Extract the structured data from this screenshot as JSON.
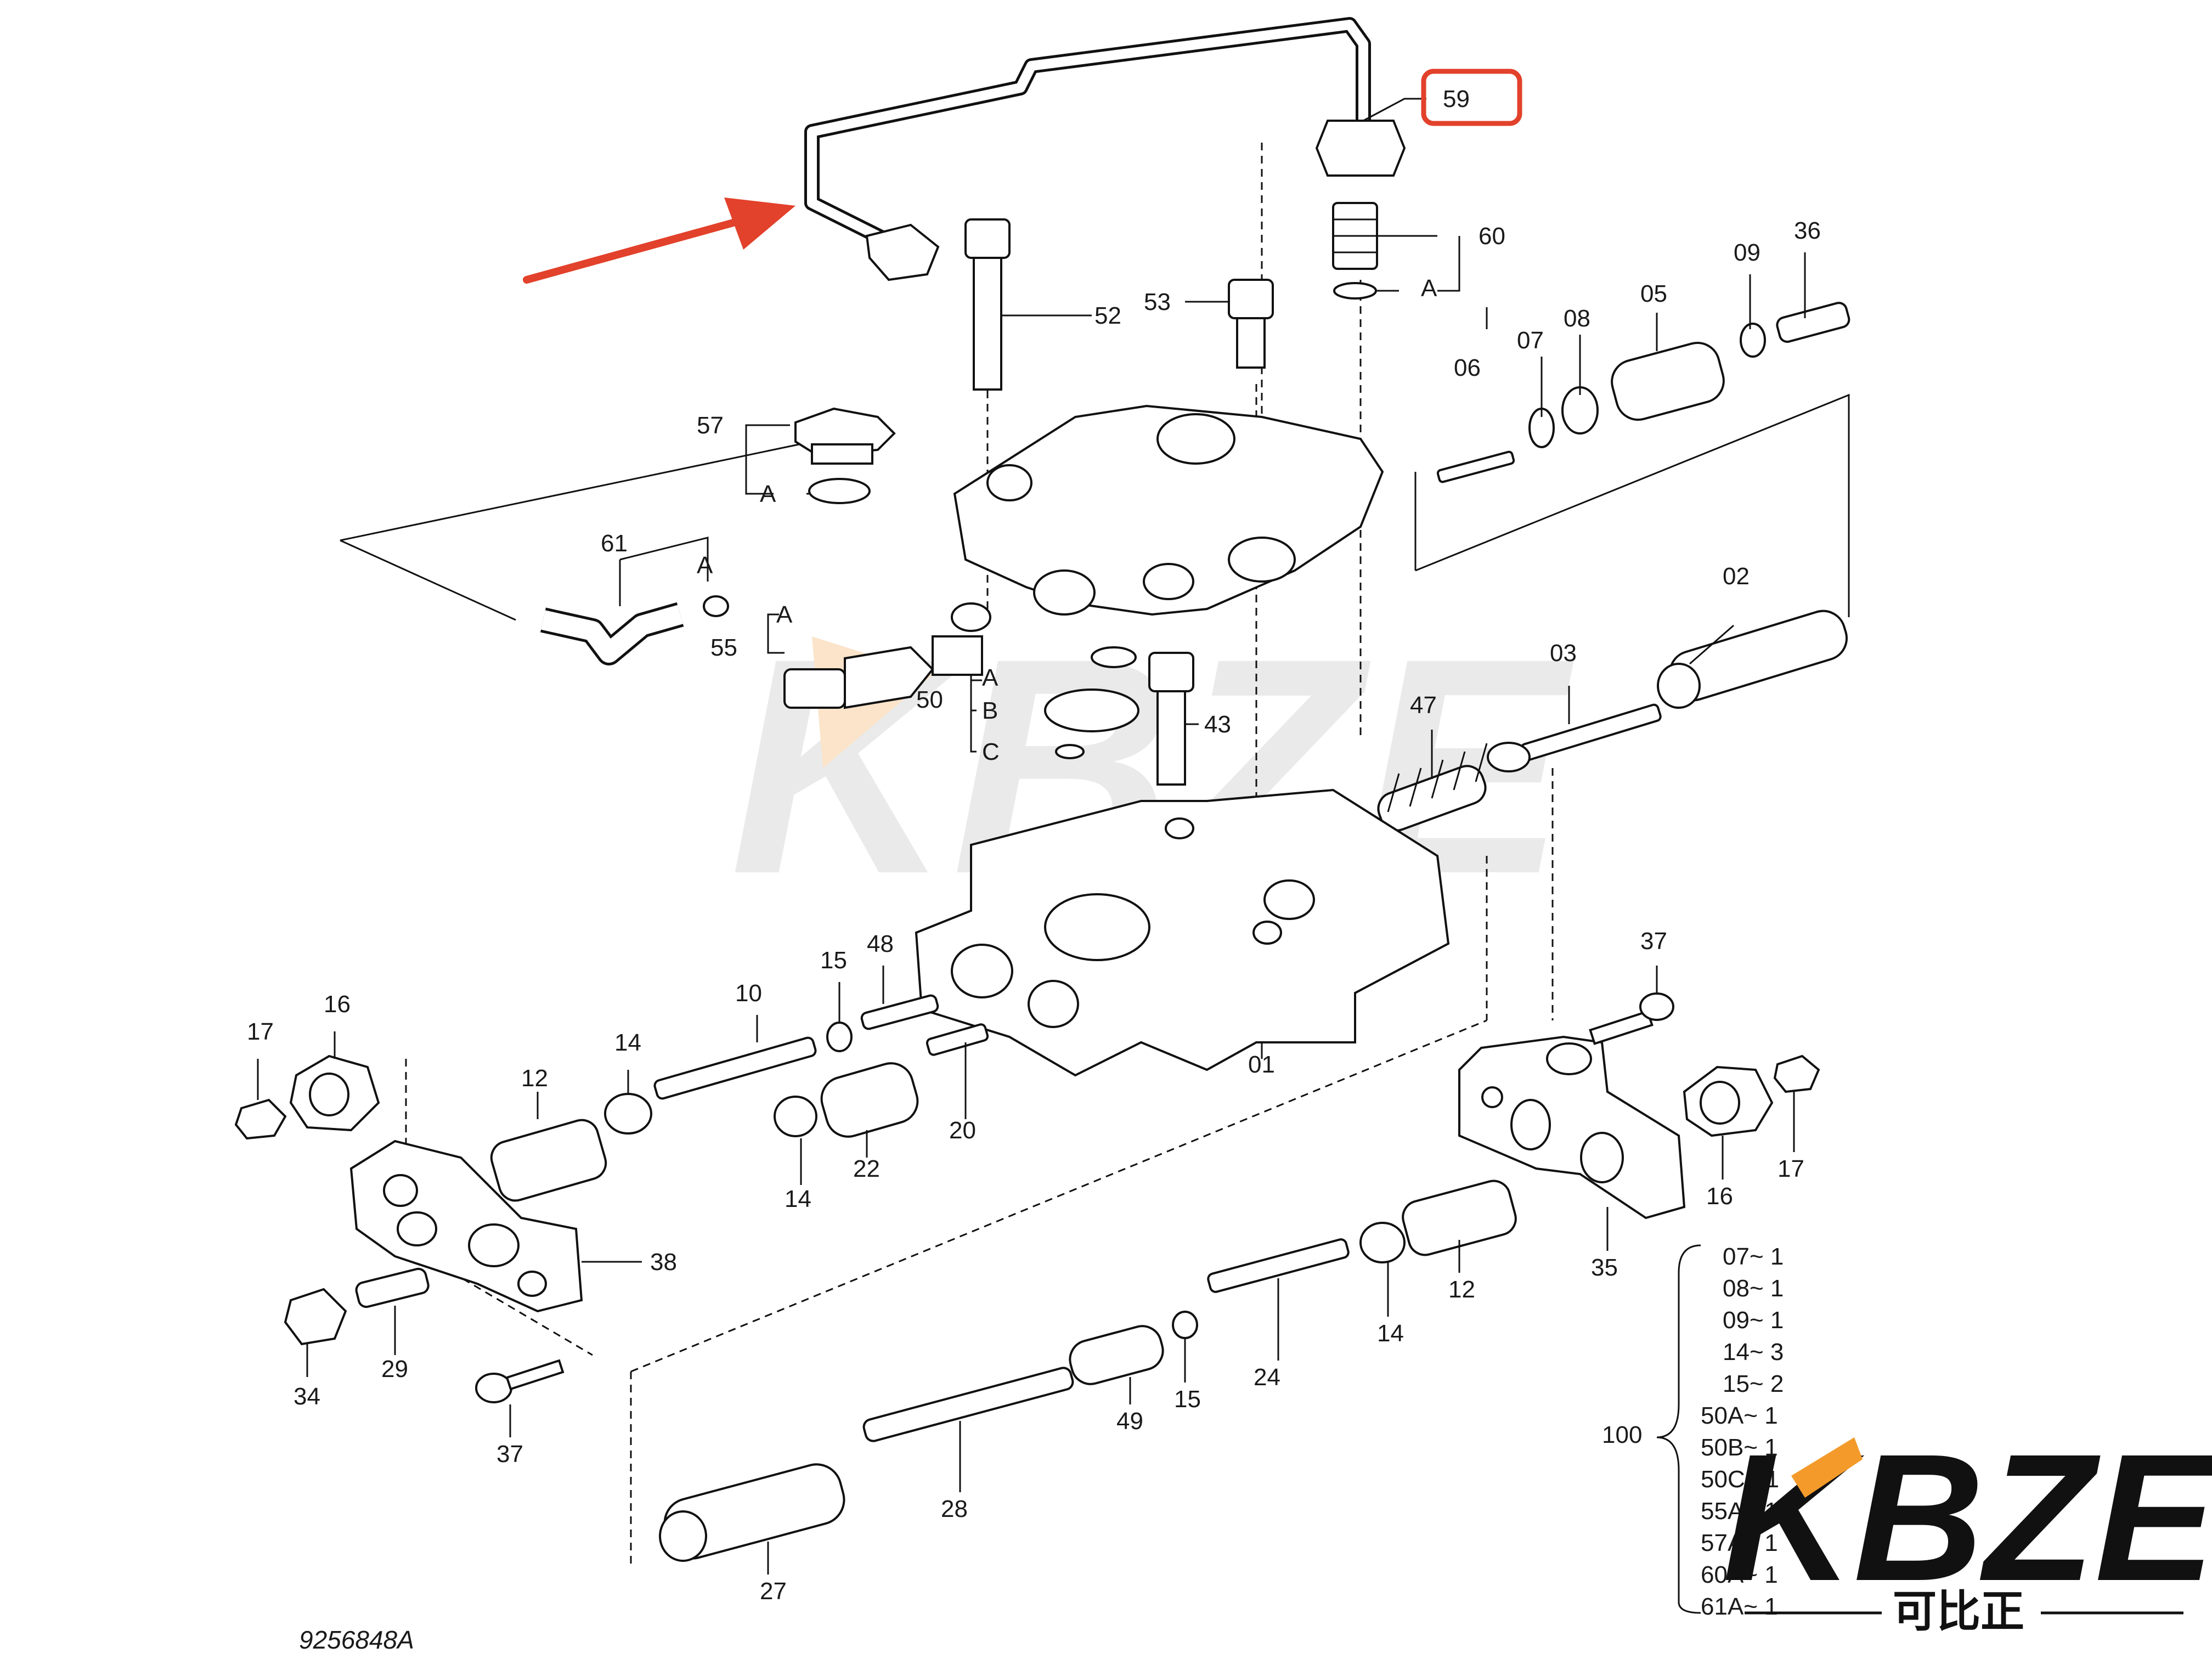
{
  "labels": {
    "p59": "59",
    "p60": "60",
    "p52": "52",
    "p53": "53",
    "p36": "36",
    "p09": "09",
    "p05": "05",
    "p08": "08",
    "p07": "07",
    "p06": "06",
    "p57": "57",
    "p61": "61",
    "p55": "55",
    "p50": "50",
    "p43": "43",
    "p02": "02",
    "p03": "03",
    "p47": "47",
    "p48": "48",
    "p15a": "15",
    "p10": "10",
    "p14a": "14",
    "p14b": "14",
    "p16a": "16",
    "p17a": "17",
    "p12a": "12",
    "p22": "22",
    "p20": "20",
    "p01": "01",
    "p37a": "37",
    "p16b": "16",
    "p17b": "17",
    "p35": "35",
    "p38": "38",
    "p34": "34",
    "p29": "29",
    "p37b": "37",
    "p12b": "12",
    "p14c": "14",
    "p24": "24",
    "p15b": "15",
    "p49": "49",
    "p28": "28",
    "p27": "27",
    "p100": "100",
    "a60": "A",
    "a57": "A",
    "a61": "A",
    "a55": "A",
    "a50": "A",
    "b50": "B",
    "c50": "C"
  },
  "kit_list": [
    "07~  1",
    "08~  1",
    "09~  1",
    "14~  3",
    "15~  2",
    "50A~  1",
    "50B~  1",
    "50C~  1",
    "55A~  1",
    "57A~  1",
    "60A~  1",
    "61A~  1"
  ],
  "drawing_number": "9256848A",
  "watermark": {
    "brand": "KBZE",
    "chinese": "可比正"
  },
  "colors": {
    "highlight": "#e2412b",
    "arrow": "#e2412b",
    "brand_orange": "#f39a2b",
    "watermark_gray": "#d9d9d9"
  }
}
